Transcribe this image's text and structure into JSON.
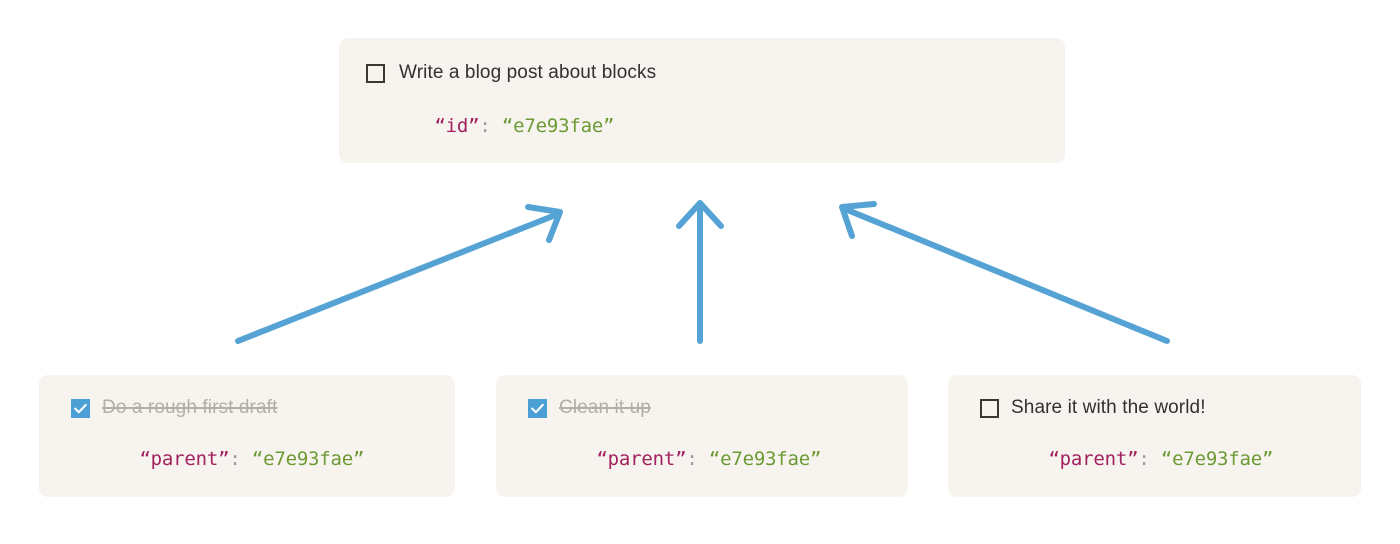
{
  "colors": {
    "card_background": "#f7f4ef",
    "page_background": "#ffffff",
    "arrow_blue": "#55a3d4",
    "checkbox_checked_blue": "#4a9fd4",
    "checkbox_unchecked_border": "#3b3834",
    "task_text": "#33312e",
    "task_text_done": "#b3aea6",
    "json_key": "#a3205f",
    "json_colon": "#9a9894",
    "json_value": "#6d9a35"
  },
  "parent_card": {
    "checkbox_state": "unchecked",
    "task_label": "Write a blog post about blocks",
    "json": {
      "key": "“id”",
      "colon": ":",
      "value": "“e7e93fae”"
    }
  },
  "child_cards": [
    {
      "checkbox_state": "checked",
      "task_label": "Do a rough first draft",
      "completed": true,
      "json": {
        "key": "“parent”",
        "colon": ":",
        "value": "“e7e93fae”"
      }
    },
    {
      "checkbox_state": "checked",
      "task_label": "Clean it up",
      "completed": true,
      "json": {
        "key": "“parent”",
        "colon": ":",
        "value": "“e7e93fae”"
      }
    },
    {
      "checkbox_state": "unchecked",
      "task_label": "Share it with the world!",
      "completed": false,
      "json": {
        "key": "“parent”",
        "colon": ":",
        "value": "“e7e93fae”"
      }
    }
  ],
  "arrows": [
    {
      "name": "arrow-child1-to-parent",
      "direction": "up-right"
    },
    {
      "name": "arrow-child2-to-parent",
      "direction": "up"
    },
    {
      "name": "arrow-child3-to-parent",
      "direction": "up-left"
    }
  ]
}
